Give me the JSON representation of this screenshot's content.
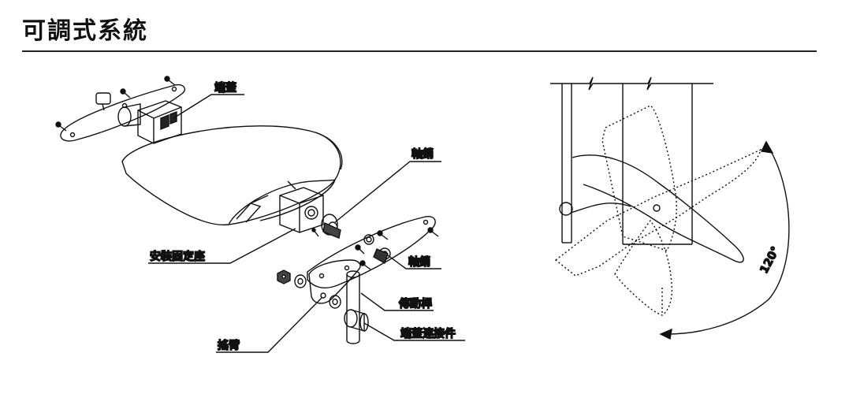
{
  "page": {
    "title": "可調式系統"
  },
  "labels": {
    "end_cap": "端蓋",
    "shaft_pin_top": "軸銷",
    "mount_seat": "安裝固定座",
    "shaft_pin_bottom": "軸銷",
    "drive_rod": "傳動桿",
    "rocker_arm": "搖臂",
    "end_cap_connector": "端蓋連接件"
  },
  "angle_label": "120°"
}
